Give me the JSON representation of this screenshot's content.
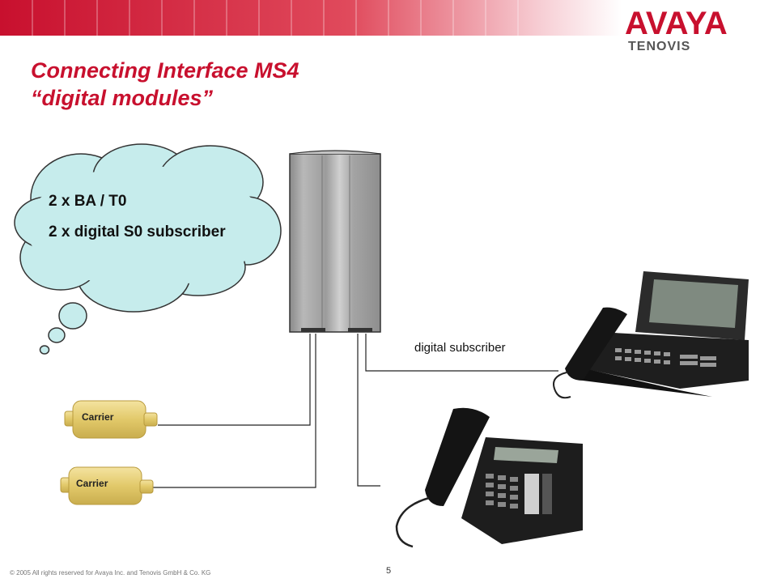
{
  "slide": {
    "title_line1": "Connecting Interface MS4",
    "title_line2": "“digital modules”",
    "logo_main": "AVAYA",
    "logo_sub": "TENOVIS",
    "cloud_line1": "2 x BA / T0",
    "cloud_line2": "2 x digital S0 subscriber",
    "digital_subscriber_label": "digital subscriber",
    "carrier1": "Carrier",
    "carrier2": "Carrier",
    "footer": "© 2005 All rights reserved for Avaya Inc. and Tenovis GmbH & Co. KG",
    "page_number": "5"
  },
  "colors": {
    "accent_red": "#c8102e",
    "cloud_fill": "#c6ecec",
    "carrier_fill": "#e8d27a"
  },
  "icons": {
    "module": "server-module-icon",
    "carrier": "carrier-connector-icon",
    "phone_large": "desk-phone-display-icon",
    "phone_small": "desk-phone-icon"
  }
}
